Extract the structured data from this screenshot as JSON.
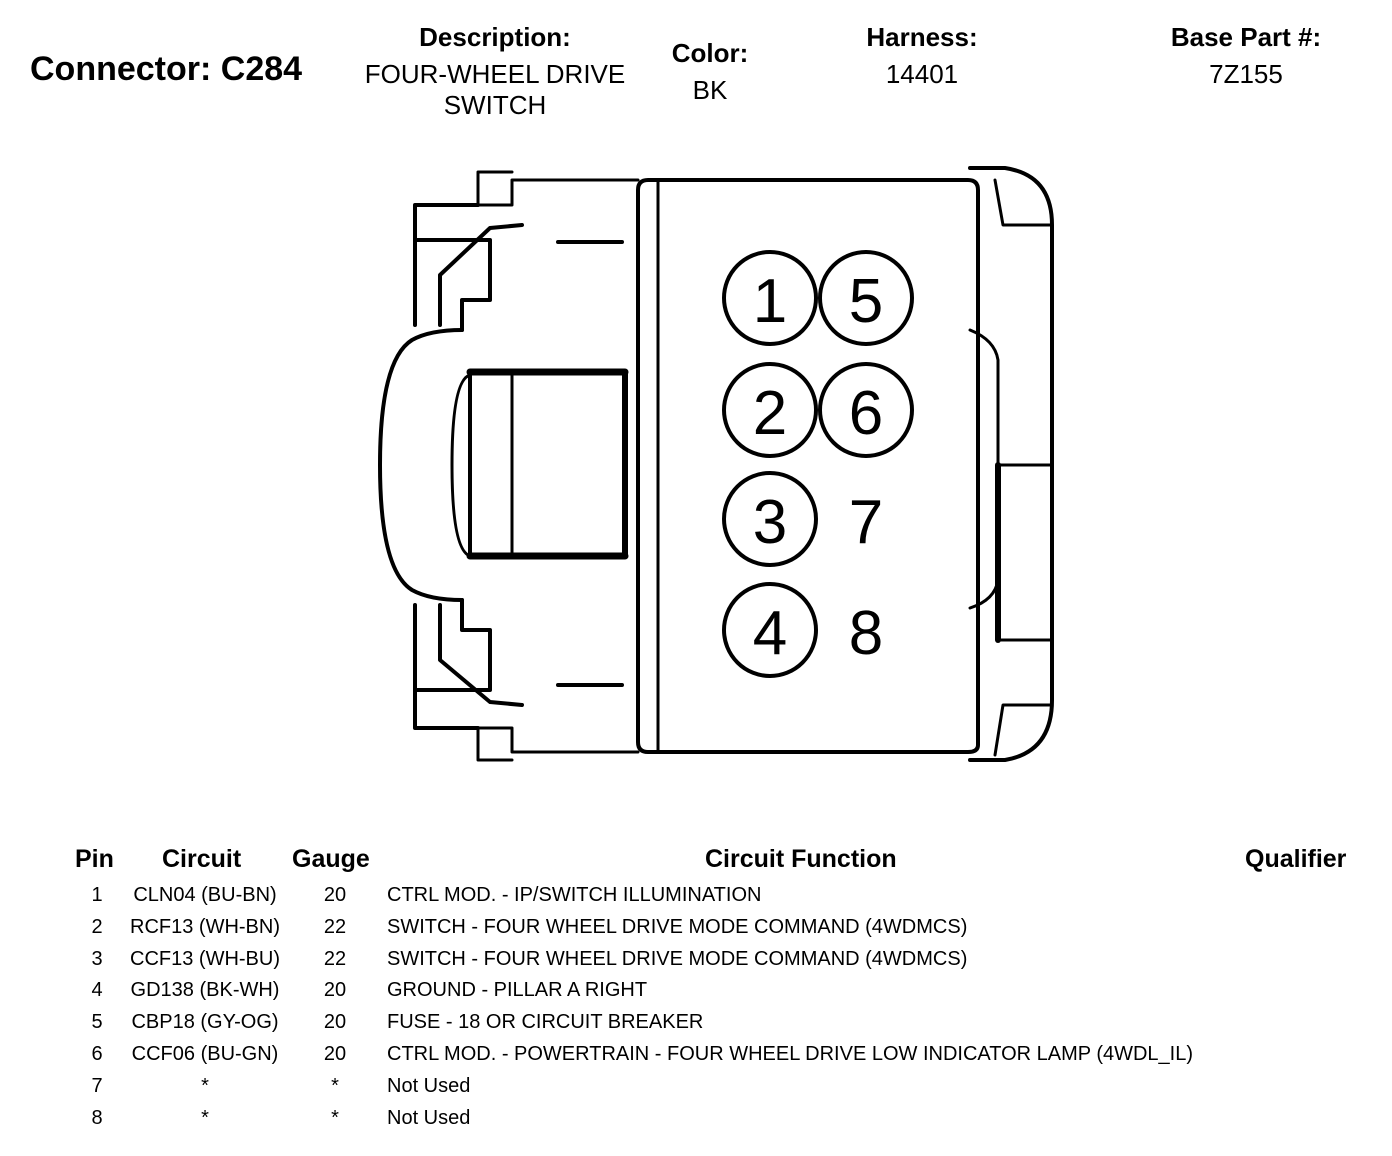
{
  "header": {
    "connector": "Connector: C284",
    "description_label": "Description:",
    "description_line1": "FOUR-WHEEL DRIVE",
    "description_line2": "SWITCH",
    "color_label": "Color:",
    "color_value": "BK",
    "harness_label": "Harness:",
    "harness_value": "14401",
    "base_part_label": "Base Part #:",
    "base_part_value": "7Z155"
  },
  "diagram": {
    "cavities": [
      "1",
      "2",
      "3",
      "4",
      "5",
      "6",
      "7",
      "8"
    ],
    "stroke_color": "#000000"
  },
  "table": {
    "headers": {
      "pin": "Pin",
      "circuit": "Circuit",
      "gauge": "Gauge",
      "function": "Circuit Function",
      "qualifier": "Qualifier"
    },
    "rows": [
      {
        "pin": "1",
        "circuit": "CLN04 (BU-BN)",
        "gauge": "20",
        "function": "CTRL MOD. - IP/SWITCH ILLUMINATION",
        "qualifier": ""
      },
      {
        "pin": "2",
        "circuit": "RCF13 (WH-BN)",
        "gauge": "22",
        "function": "SWITCH - FOUR WHEEL DRIVE MODE COMMAND (4WDMCS)",
        "qualifier": ""
      },
      {
        "pin": "3",
        "circuit": "CCF13 (WH-BU)",
        "gauge": "22",
        "function": "SWITCH - FOUR WHEEL DRIVE MODE COMMAND (4WDMCS)",
        "qualifier": ""
      },
      {
        "pin": "4",
        "circuit": "GD138 (BK-WH)",
        "gauge": "20",
        "function": "GROUND - PILLAR A RIGHT",
        "qualifier": ""
      },
      {
        "pin": "5",
        "circuit": "CBP18 (GY-OG)",
        "gauge": "20",
        "function": "FUSE - 18 OR CIRCUIT BREAKER",
        "qualifier": ""
      },
      {
        "pin": "6",
        "circuit": "CCF06 (BU-GN)",
        "gauge": "20",
        "function": "CTRL MOD. - POWERTRAIN - FOUR WHEEL DRIVE LOW INDICATOR LAMP (4WDL_IL)",
        "qualifier": ""
      },
      {
        "pin": "7",
        "circuit": "*",
        "gauge": "*",
        "function": "Not Used",
        "qualifier": ""
      },
      {
        "pin": "8",
        "circuit": "*",
        "gauge": "*",
        "function": "Not Used",
        "qualifier": ""
      }
    ]
  }
}
